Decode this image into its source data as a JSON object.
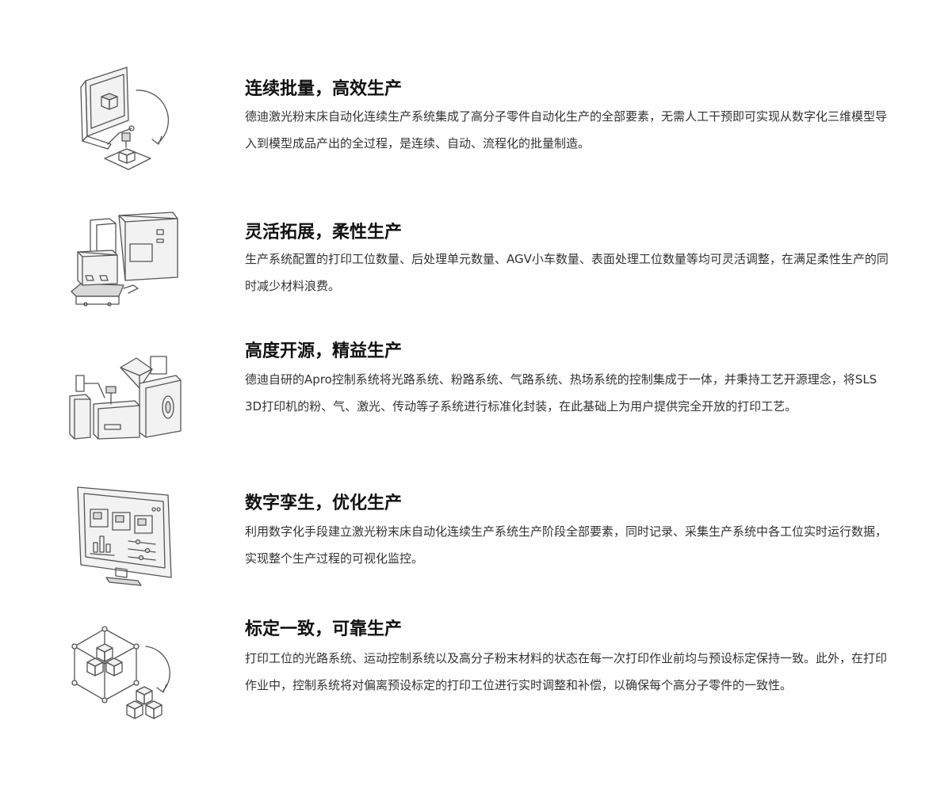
{
  "features": [
    {
      "icon": "printer-workstation-icon",
      "title": "连续批量，高效生产",
      "description": "德迪激光粉末床自动化连续生产系统集成了高分子零件自动化生产的全部要素，无需人工干预即可实现从数字化三维模型导入到模型成品产出的全过程，是连续、自动、流程化的批量制造。"
    },
    {
      "icon": "modular-production-line-icon",
      "title": "灵活拓展，柔性生产",
      "description": "生产系统配置的打印工位数量、后处理单元数量、AGV小车数量、表面处理工位数量等均可灵活调整，在满足柔性生产的同时减少材料浪费。"
    },
    {
      "icon": "laser-subsystems-icon",
      "title": "高度开源，精益生产",
      "description": "德迪自研的Apro控制系统将光路系统、粉路系统、气路系统、热场系统的控制集成于一体，并秉持工艺开源理念，将SLS　3D打印机的粉、气、激光、传动等子系统进行标准化封装，在此基础上为用户提供完全开放的打印工艺。"
    },
    {
      "icon": "monitor-dashboard-icon",
      "title": "数字孪生，优化生产",
      "description": "利用数字化手段建立激光粉末床自动化连续生产系统生产阶段全部要素，同时记录、采集生产系统中各工位实时运行数据，实现整个生产过程的可视化监控。"
    },
    {
      "icon": "calibration-cubes-icon",
      "title": "标定一致，可靠生产",
      "description": "打印工位的光路系统、运动控制系统以及高分子粉末材料的状态在每一次打印作业前均与预设标定保持一致。此外，在打印作业中，控制系统将对偏离预设标定的打印工位进行实时调整和补偿，以确保每个高分子零件的一致性。"
    }
  ]
}
